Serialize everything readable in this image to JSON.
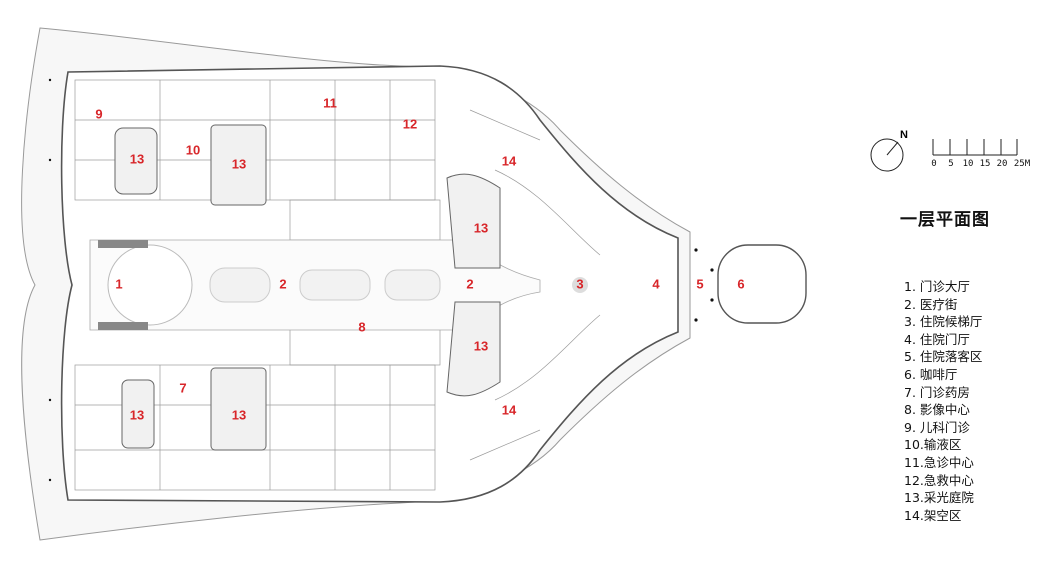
{
  "title": "一层平面图",
  "compass": {
    "north_label": "N"
  },
  "scale_bar": {
    "ticks": [
      "0",
      "5",
      "10",
      "15",
      "20",
      "25M"
    ]
  },
  "plan_labels": {
    "l1": "1",
    "l2a": "2",
    "l2b": "2",
    "l3": "3",
    "l4": "4",
    "l5": "5",
    "l6": "6",
    "l7": "7",
    "l8": "8",
    "l9": "9",
    "l10": "10",
    "l11": "11",
    "l12": "12",
    "l13a": "13",
    "l13b": "13",
    "l13c": "13",
    "l13d": "13",
    "l13e": "13",
    "l13f": "13",
    "l14a": "14",
    "l14b": "14"
  },
  "legend": [
    "1.  门诊大厅",
    "2.  医疗街",
    "3.  住院候梯厅",
    "4.  住院门厅",
    "5.  住院落客区",
    "6.  咖啡厅",
    "7.  门诊药房",
    "8.  影像中心",
    "9.  儿科门诊",
    "10.输液区",
    "11.急诊中心",
    "12.急救中心",
    "13.采光庭院",
    "14.架空区"
  ],
  "colors": {
    "label_red": "#d8262a",
    "line_gray": "#8a8a8a",
    "court_fill": "#f1f1f1"
  }
}
